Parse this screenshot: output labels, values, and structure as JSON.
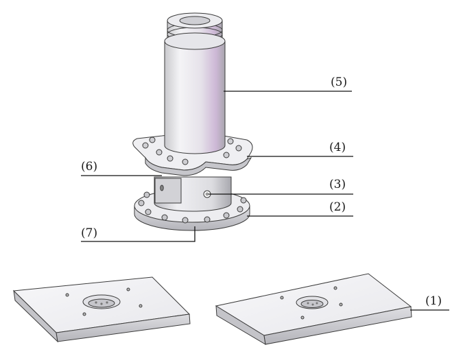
{
  "figure": {
    "colors": {
      "metal_light": "#f2f2f4",
      "metal_mid": "#d9d9dd",
      "metal_dark": "#9a9aa0",
      "accent_violet": "#cdb8d6",
      "line": "#111111"
    },
    "callouts": [
      {
        "id": "1",
        "label": "(1)"
      },
      {
        "id": "2",
        "label": "(2)"
      },
      {
        "id": "3",
        "label": "(3)"
      },
      {
        "id": "4",
        "label": "(4)"
      },
      {
        "id": "5",
        "label": "(5)"
      },
      {
        "id": "6",
        "label": "(6)"
      },
      {
        "id": "7",
        "label": "(7)"
      }
    ]
  }
}
